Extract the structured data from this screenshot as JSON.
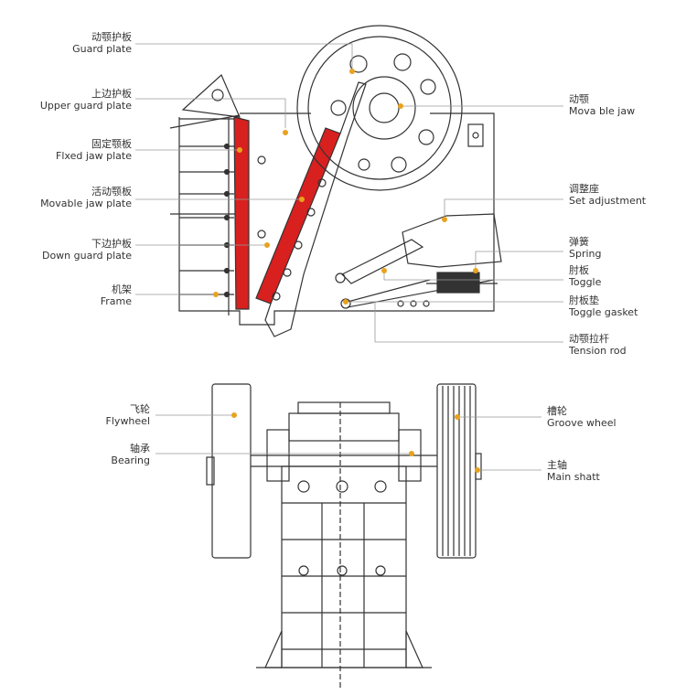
{
  "colors": {
    "line": "#333333",
    "leader": "#9a9a9a",
    "dot": "#e8a21f",
    "jaw": "#d8201f",
    "background": "#ffffff"
  },
  "top_view": {
    "left_labels": [
      {
        "cn": "动颚护板",
        "en": "Guard plate"
      },
      {
        "cn": "上边护板",
        "en": "Upper guard plate"
      },
      {
        "cn": "固定颚板",
        "en": "Flxed jaw plate"
      },
      {
        "cn": "活动颚板",
        "en": "Movable jaw plate"
      },
      {
        "cn": "下边护板",
        "en": "Down guard plate"
      },
      {
        "cn": "机架",
        "en": "Frame"
      }
    ],
    "right_labels": [
      {
        "cn": "动颚",
        "en": "Mova ble jaw"
      },
      {
        "cn": "调整座",
        "en": "Set adjustment"
      },
      {
        "cn": "弹簧",
        "en": "Spring"
      },
      {
        "cn": "肘板",
        "en": "Toggle"
      },
      {
        "cn": "肘板垫",
        "en": "Toggle gasket"
      },
      {
        "cn": "动颚拉杆",
        "en": "Tension rod"
      }
    ]
  },
  "bottom_view": {
    "left_labels": [
      {
        "cn": "飞轮",
        "en": "Flywheel"
      },
      {
        "cn": "轴承",
        "en": "Bearing"
      }
    ],
    "right_labels": [
      {
        "cn": "槽轮",
        "en": "Groove wheel"
      },
      {
        "cn": "主轴",
        "en": "Main shatt"
      }
    ]
  }
}
